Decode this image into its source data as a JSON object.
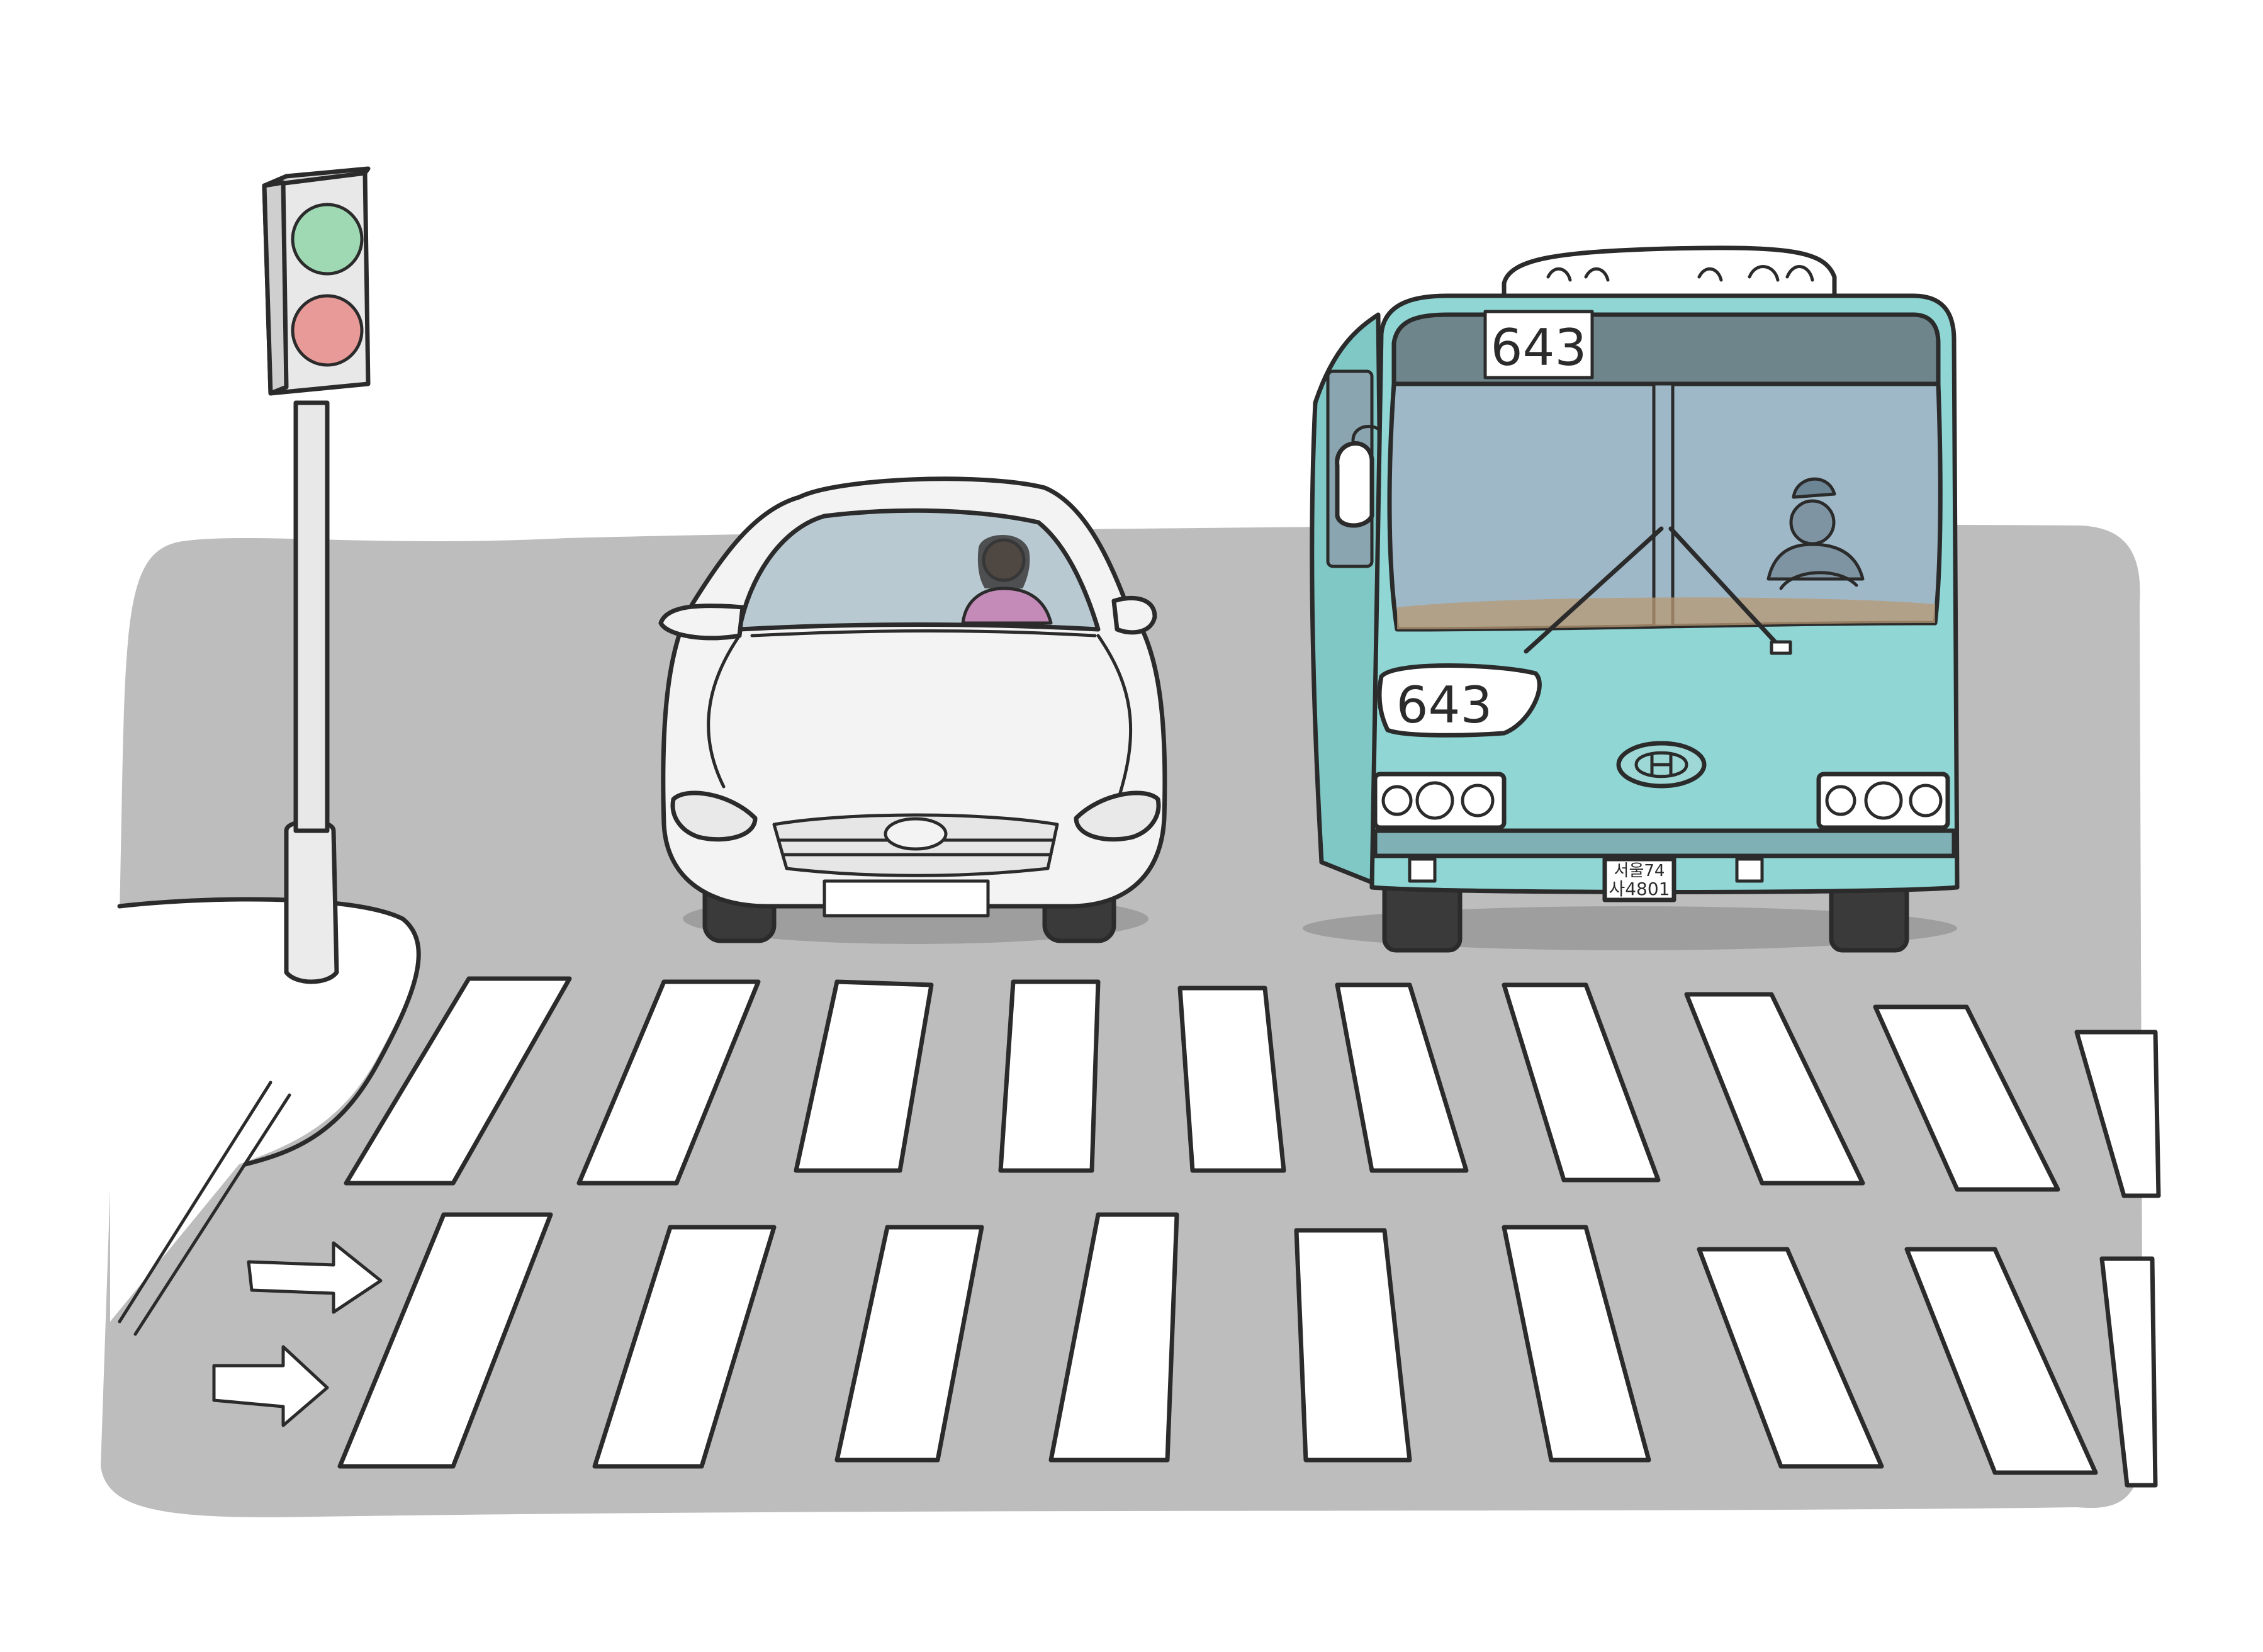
{
  "bus": {
    "route_sign": "643",
    "front_number": "643",
    "plate_line1": "서울74",
    "plate_line2": "사4801"
  },
  "colors": {
    "road": "#bdbdbd",
    "bus_body": "#8fd6d4",
    "bus_windshield": "#9fb8c8",
    "bus_top_band": "#6e858c",
    "traffic_green": "#9fd9b3",
    "traffic_red": "#e79a98",
    "car_body": "#f3f3f3",
    "car_windshield": "#b9c9d2",
    "crosswalk": "#ffffff"
  },
  "traffic_light": {
    "state": "green-and-red-lamps"
  },
  "icons": [
    "right-arrow-marking",
    "right-arrow-marking"
  ]
}
